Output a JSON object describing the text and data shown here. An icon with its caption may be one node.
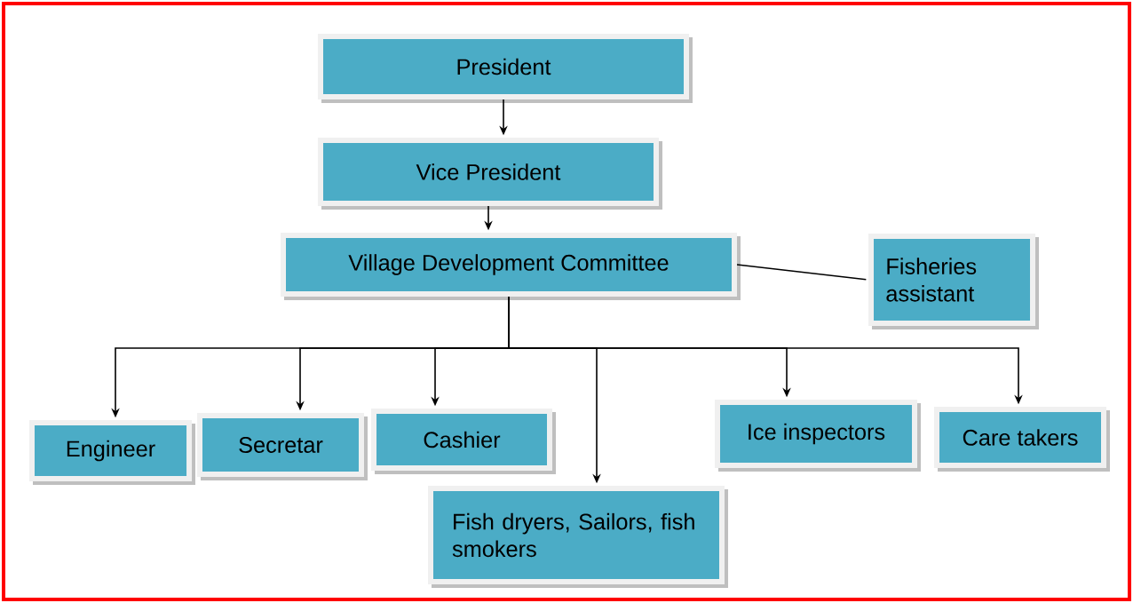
{
  "diagram": {
    "nodes": [
      {
        "text": [
          "President"
        ]
      },
      {
        "text": [
          "Vice President"
        ]
      },
      {
        "text": [
          "Village Development Committee"
        ]
      },
      {
        "text": [
          "Fisheries assistant"
        ]
      },
      {
        "text": [
          "Engineer"
        ]
      },
      {
        "text": [
          "Secretar"
        ]
      },
      {
        "text": [
          "Cashier"
        ]
      },
      {
        "text": [
          "Fish dryers, Sailors, fish smokers"
        ]
      },
      {
        "text": [
          "Ice inspectors"
        ]
      },
      {
        "text": [
          "Care takers"
        ]
      }
    ],
    "edges": [
      {
        "from": 0,
        "to": 1,
        "arrow": "to"
      },
      {
        "from": 1,
        "to": 2,
        "arrow": "to"
      },
      {
        "from": 2,
        "to": 3,
        "arrow": "none"
      },
      {
        "from": 2,
        "to": 4,
        "arrow": "to"
      },
      {
        "from": 2,
        "to": 5,
        "arrow": "to"
      },
      {
        "from": 2,
        "to": 6,
        "arrow": "to"
      },
      {
        "from": 2,
        "to": 7,
        "arrow": "to"
      },
      {
        "from": 2,
        "to": 8,
        "arrow": "to"
      },
      {
        "from": 2,
        "to": 9,
        "arrow": "to"
      }
    ]
  }
}
